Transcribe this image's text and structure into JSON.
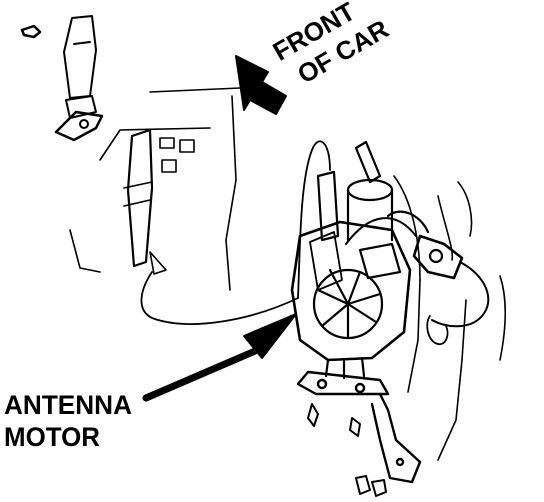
{
  "labels": {
    "front_of_car": [
      "FRONT",
      "OF CAR"
    ],
    "antenna_motor": [
      "ANTENNA",
      "MOTOR"
    ]
  },
  "colors": {
    "ink": "#000000",
    "paper": "#ffffff"
  }
}
